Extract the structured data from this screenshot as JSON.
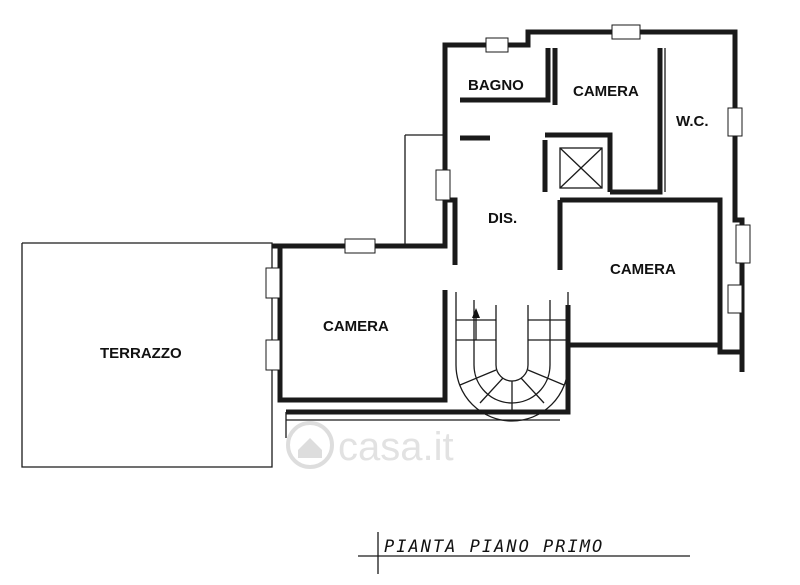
{
  "rooms": {
    "bagno": "BAGNO",
    "camera_top": "CAMERA",
    "wc": "W.C.",
    "dis": "DIS.",
    "camera_right": "CAMERA",
    "camera_left": "CAMERA",
    "terrazzo": "TERRAZZO"
  },
  "title": "PIANTA PIANO PRIMO",
  "watermark": "casa.it",
  "icons": {
    "watermark_logo": "house-icon"
  }
}
